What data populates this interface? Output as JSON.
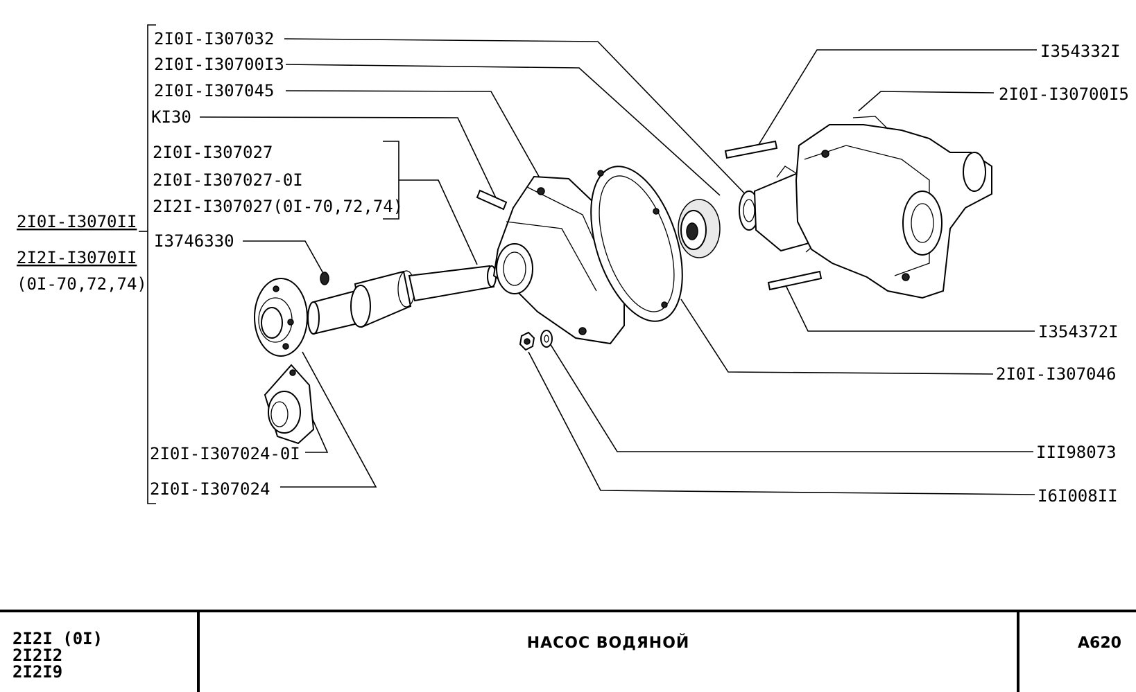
{
  "drawing": {
    "title": "НАСОС ВОДЯНОЙ",
    "code": "A620",
    "models": [
      "2I2I (0I)",
      "2I2I2",
      "2I2I9"
    ]
  },
  "assembly": {
    "labels": [
      "2I0I-I3070II",
      "2I2I-I3070II",
      "(0I-70,72,74)"
    ]
  },
  "parts_left": [
    "2I0I-I307032",
    "2I0I-I30700I3",
    "2I0I-I307045",
    "KI30",
    "2I0I-I307027",
    "2I0I-I307027-0I",
    "2I2I-I307027(0I-70,72,74)",
    "I3746330",
    "2I0I-I307024-0I",
    "2I0I-I307024"
  ],
  "parts_right": [
    "I354332I",
    "2I0I-I30700I5",
    "I354372I",
    "2I0I-I307046",
    "III98073",
    "I6I008II"
  ]
}
